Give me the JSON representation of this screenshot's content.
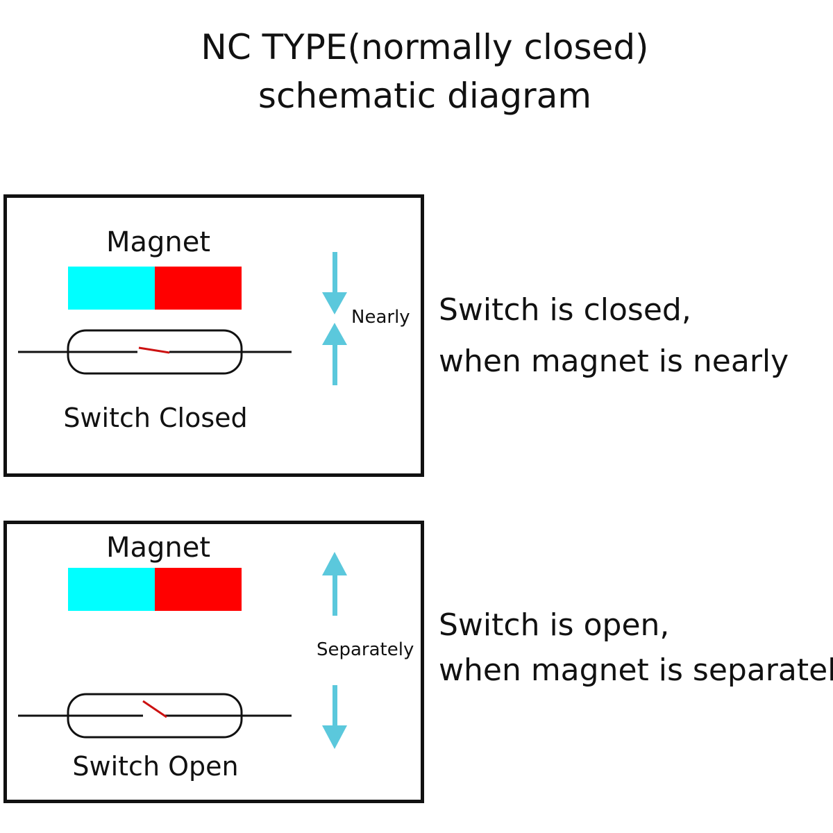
{
  "title": {
    "line1": "NC TYPE(normally closed)",
    "line2": "schematic diagram"
  },
  "colors": {
    "magnet_north": "#00FFFF",
    "magnet_south": "#FF0000",
    "arrow": "#5BC8DC",
    "reed_contact": "#CC1111"
  },
  "panels": [
    {
      "magnet_label": "Magnet",
      "switch_label": "Switch Closed",
      "motion_label": "Nearly",
      "arrow_direction": "converging",
      "switch_state": "closed",
      "description": [
        "Switch is closed,",
        "when magnet is nearly"
      ]
    },
    {
      "magnet_label": "Magnet",
      "switch_label": "Switch Open",
      "motion_label": "Separately",
      "arrow_direction": "diverging",
      "switch_state": "open",
      "description": [
        "Switch is open,",
        "when magnet is separately"
      ]
    }
  ]
}
